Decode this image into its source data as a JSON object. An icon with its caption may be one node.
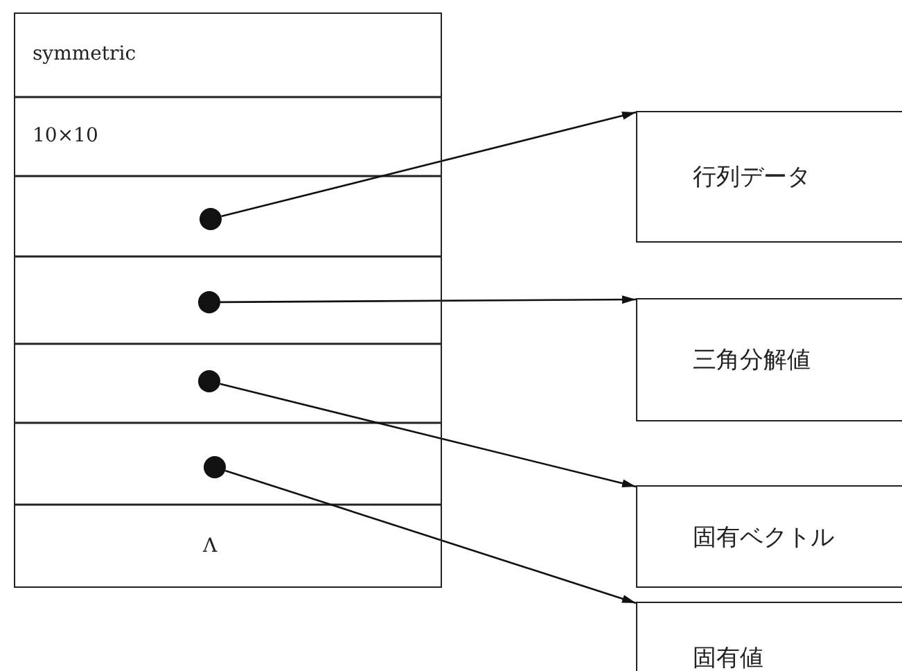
{
  "diagram": {
    "nodes": [
      {
        "text": [],
        "shape": "box"
      },
      {
        "text": [
          "symmetric"
        ],
        "in": 0
      },
      {
        "text": [
          "10×10"
        ],
        "in": 0
      },
      {
        "text": [],
        "shape": "circle",
        "in": 0
      },
      {
        "text": [],
        "shape": "circle",
        "in": 0
      },
      {
        "text": [],
        "shape": "circle",
        "in": 0
      },
      {
        "text": [],
        "shape": "circle",
        "in": 0
      },
      {
        "text": [
          "Λ"
        ],
        "in": 0
      },
      {
        "text": [
          "行列データ"
        ]
      },
      {
        "text": [
          "三角分解値"
        ]
      },
      {
        "text": [
          "固有ベクトル"
        ]
      },
      {
        "text": [
          "固有値"
        ]
      }
    ],
    "edges": [
      {
        "from": 3,
        "to": 8,
        "arrow": "to"
      },
      {
        "from": 4,
        "to": 9,
        "arrow": "to"
      },
      {
        "from": 5,
        "to": 10,
        "arrow": "to"
      },
      {
        "from": 6,
        "to": 11,
        "arrow": "to"
      }
    ]
  }
}
